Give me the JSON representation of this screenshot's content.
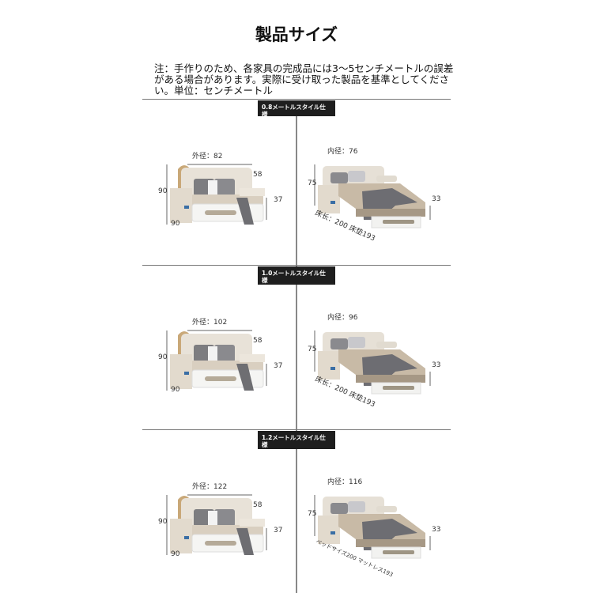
{
  "title": "製品サイズ",
  "note": "注：手作りのため、各家具の完成品には3〜5センチメートルの誤差がある場合があります。実際に受け取った製品を基準としてください。単位：センチメートル",
  "sections": [
    {
      "label": "0.8メートルスタイル仕様",
      "outer": "外径：82",
      "depth_arm": "58",
      "height": "90",
      "seat": "37",
      "depth": "90",
      "inner": "内径：76",
      "back": "75",
      "bed_h": "33",
      "length": "床长：200  床垫193"
    },
    {
      "label": "1.0メートルスタイル仕様",
      "outer": "外径：102",
      "depth_arm": "58",
      "height": "90",
      "seat": "37",
      "depth": "90",
      "inner": "内径：96",
      "back": "75",
      "bed_h": "33",
      "length": "床长：200  床垫193"
    },
    {
      "label": "1.2メートルスタイル仕様",
      "outer": "外径：122",
      "depth_arm": "58",
      "height": "90",
      "seat": "37",
      "depth": "90",
      "inner": "内径：116",
      "back": "75",
      "bed_h": "33",
      "length": "ベッドサイズ200 マットレス193"
    }
  ]
}
